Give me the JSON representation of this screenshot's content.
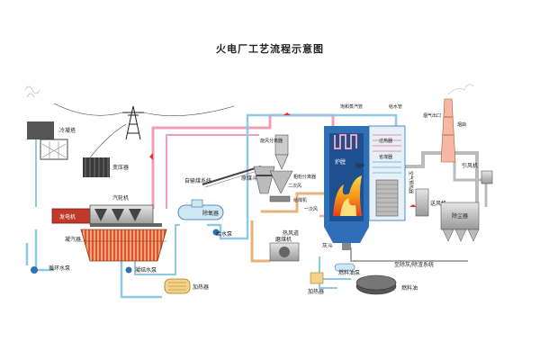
{
  "title": "火电厂工艺流程示意图",
  "labels": {
    "cooling_tower": "冷凝塔",
    "transformer": "变压器",
    "generator": "发电机",
    "turbine": "汽轮机",
    "condenser": "凝汽器",
    "circ_pump": "循环水泵",
    "cond_pump": "凝结水泵",
    "heater_left": "加热器",
    "deaerator": "除氧器",
    "feed_pump": "给水泵",
    "coal_system": "自输煤系统",
    "coal_hopper": "原煤斗",
    "hot_air": "热风道",
    "coal_mill": "磨煤机",
    "ash_hopper": "灰斗",
    "heater_bottom": "加热器",
    "fuel_pump": "燃料油泵",
    "fuel_oil": "燃料油",
    "steam_pipe": "饱和蒸汽管",
    "water_pipe": "给水管",
    "superheater": "过热器",
    "economizer": "省煤器",
    "boiler": "锅炉",
    "furnace": "炉膛",
    "air_preheater": "空气预热器",
    "fan": "送风机",
    "dust_collector": "除尘器",
    "induced_fan": "引风机",
    "chimney": "烟囱",
    "flue_gas": "烟气出口",
    "ash_system": "至除灰/除渣系统",
    "secondary_air": "二次风",
    "primary_air": "一次风",
    "coal_feeder": "给煤机",
    "pulverized": "粗粉分离器",
    "separator": "旋风分离器"
  },
  "colors": {
    "steam": "#f0a0b4",
    "water": "#8ec9e6",
    "air": "#e8b27a",
    "coal": "#666666",
    "boiler_blue": "#2f6fb8",
    "flame": "#f5b400"
  }
}
